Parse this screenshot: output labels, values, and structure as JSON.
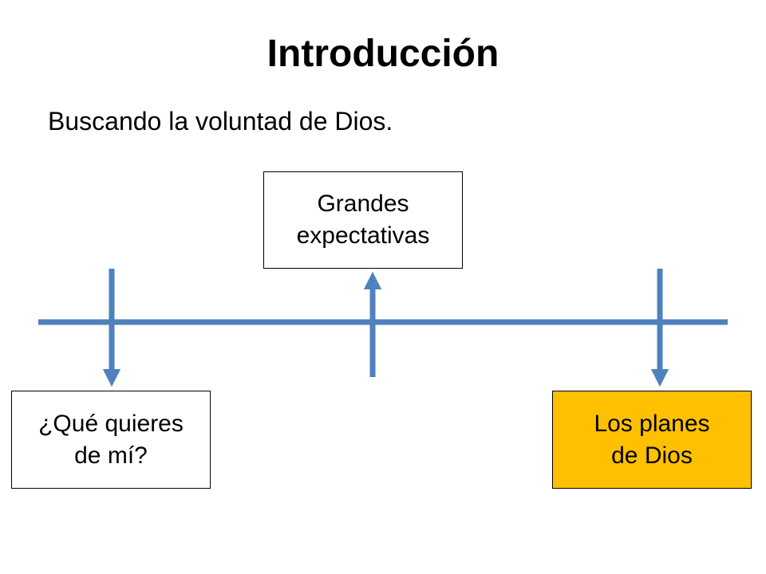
{
  "title": "Introducción",
  "subtitle": "Buscando la voluntad de Dios.",
  "colors": {
    "line": "#4f81bd",
    "highlight_box": "#ffc000",
    "box_border": "#000000"
  },
  "nodes": {
    "top": "Grandes\nexpectativas",
    "left": "¿Qué quieres\nde mí?",
    "right": "Los planes\nde Dios"
  }
}
